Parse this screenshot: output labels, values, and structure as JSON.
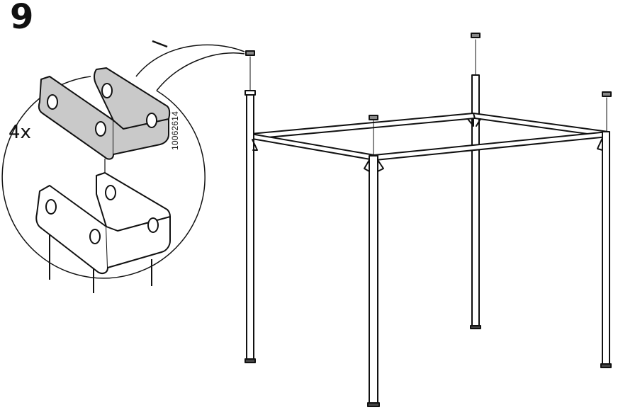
{
  "step": {
    "number": "9"
  },
  "detail": {
    "quantity": "4x",
    "part_number": "10062614"
  }
}
